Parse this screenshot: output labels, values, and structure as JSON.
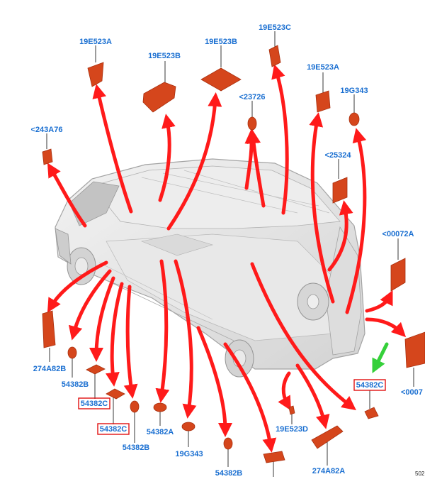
{
  "colors": {
    "label": "#1a6fd1",
    "arrow": "#ff1a1a",
    "part": "#d5461c",
    "part_dark": "#a9300f",
    "highlight_box": "#e01010",
    "pointer": "#35d03a",
    "leader": "#222222",
    "van_body": "#e2e2e2",
    "van_edge": "#9a9a9a"
  },
  "labels": [
    {
      "id": "l1",
      "text": "19E523A"
    },
    {
      "id": "l2",
      "text": "19E523B"
    },
    {
      "id": "l3",
      "text": "19E523B"
    },
    {
      "id": "l4",
      "text": "19E523C"
    },
    {
      "id": "l5",
      "text": "19E523A"
    },
    {
      "id": "l6",
      "text": "19G343"
    },
    {
      "id": "l7",
      "text": "<23726"
    },
    {
      "id": "l8",
      "text": "<243A76"
    },
    {
      "id": "l9",
      "text": "<25324"
    },
    {
      "id": "l10",
      "text": "<00072A"
    },
    {
      "id": "l11",
      "text": "274A82B"
    },
    {
      "id": "l12",
      "text": "54382B"
    },
    {
      "id": "l13",
      "text": "54382C"
    },
    {
      "id": "l14",
      "text": "54382C"
    },
    {
      "id": "l15",
      "text": "54382B"
    },
    {
      "id": "l16",
      "text": "54382A"
    },
    {
      "id": "l17",
      "text": "19G343"
    },
    {
      "id": "l18",
      "text": "54382B"
    },
    {
      "id": "l19",
      "text": "19E523D"
    },
    {
      "id": "l20",
      "text": "274A82A"
    },
    {
      "id": "l21",
      "text": "54382C"
    },
    {
      "id": "l22",
      "text": "<0007"
    }
  ],
  "figure_code": "502"
}
